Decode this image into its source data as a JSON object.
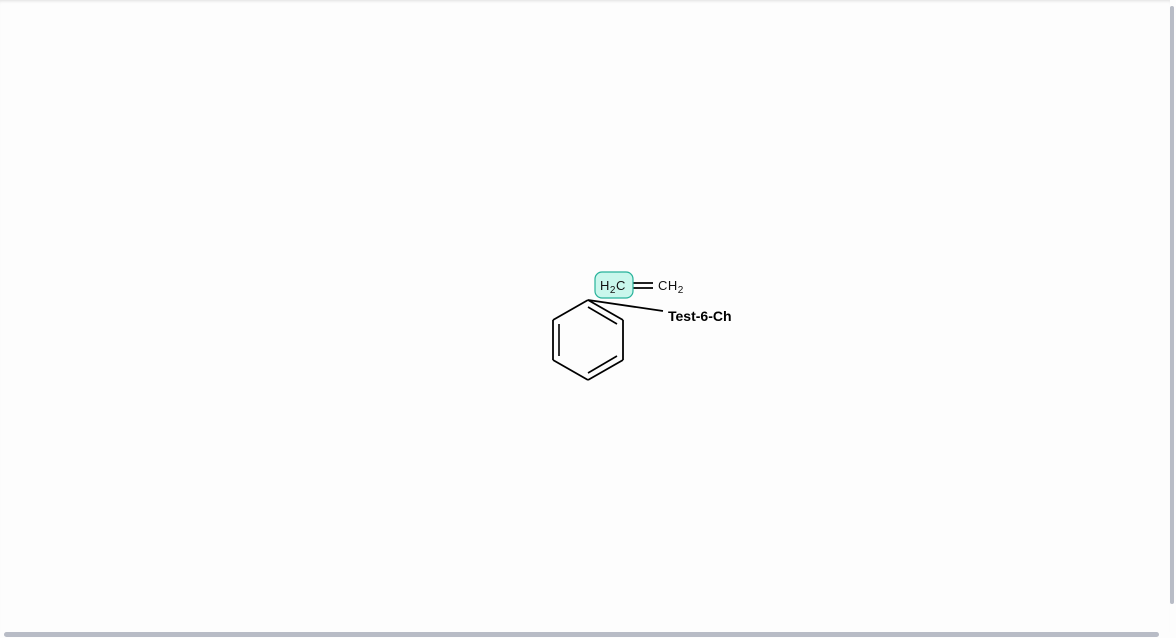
{
  "molecule": {
    "atoms": {
      "selected_atom": {
        "main": "H",
        "sub": "2",
        "tail": "C"
      },
      "terminal_atom": {
        "main": "CH",
        "sub": "2"
      }
    },
    "annotation": {
      "label": "Test-6-Ch"
    }
  },
  "colors": {
    "selection_fill": "#c9f7ec",
    "selection_stroke": "#27b29a",
    "bond": "#000000",
    "scrollbar": "#b8bcc6"
  }
}
